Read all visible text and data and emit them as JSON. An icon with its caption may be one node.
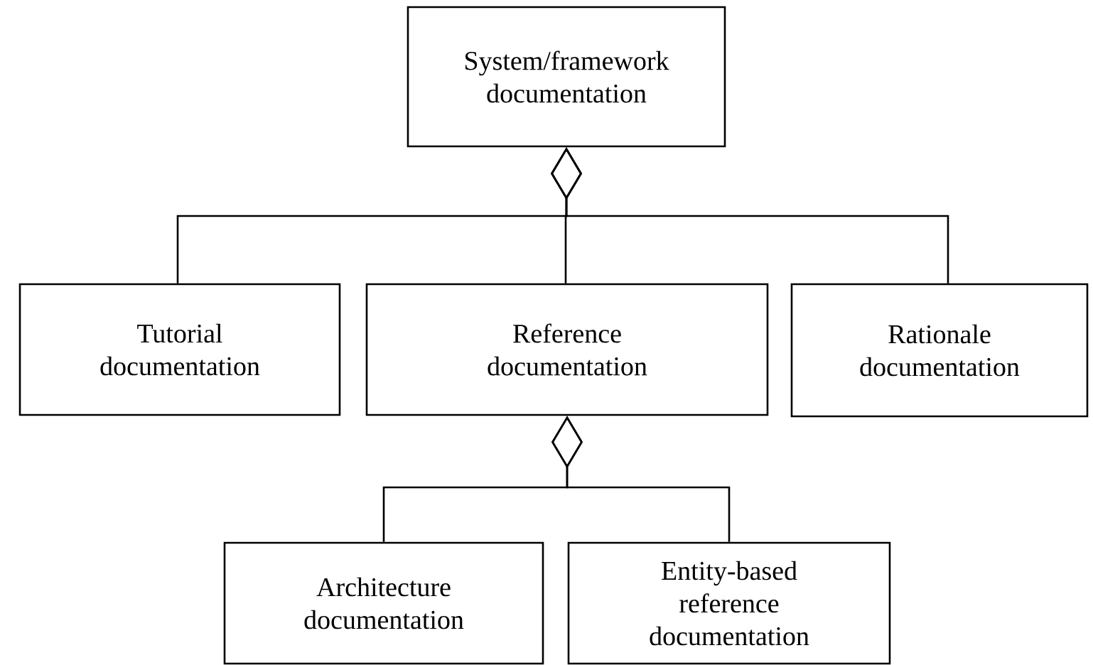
{
  "diagram": {
    "nodes": [
      {
        "text": [
          "System/framework documentation"
        ]
      },
      {
        "text": [
          "Tutorial documentation"
        ]
      },
      {
        "text": [
          "Reference documentation"
        ]
      },
      {
        "text": [
          "Rationale documentation"
        ]
      },
      {
        "text": [
          "Architecture documentation"
        ]
      },
      {
        "text": [
          "Entity-based reference documentation"
        ]
      }
    ],
    "edges": [
      {
        "from": 0,
        "to": 1,
        "arrow": "other"
      },
      {
        "from": 0,
        "to": 2,
        "arrow": "other"
      },
      {
        "from": 0,
        "to": 3,
        "arrow": "other"
      },
      {
        "from": 2,
        "to": 4,
        "arrow": "other"
      },
      {
        "from": 2,
        "to": 5,
        "arrow": "other"
      }
    ]
  }
}
